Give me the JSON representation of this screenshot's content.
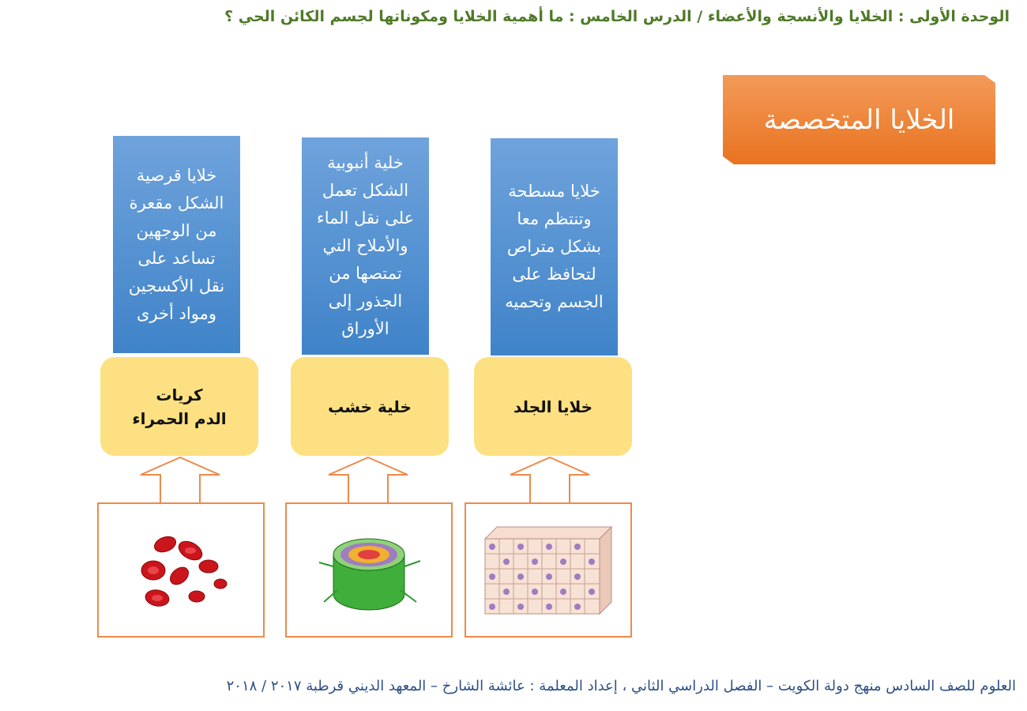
{
  "header": {
    "title": "الوحدة الأولى : الخلايا والأنسجة والأعضاء / الدرس الخامس :  ما أهمية الخلايا ومكوناتها لجسم الكائن الحي ؟"
  },
  "title_box": {
    "label": "الخلايا المتخصصة"
  },
  "cells": [
    {
      "name": "كريات\nالدم الحمراء",
      "description": "خلايا قرصية\nالشكل مقعرة\nمن الوجهين\nتساعد على\nنقل الأكسجين\nومواد أخرى",
      "image": "red-blood-cells-image"
    },
    {
      "name": "خلية خشب",
      "description": "خلية أنبوبية\nالشكل تعمل\nعلى نقل الماء\nوالأملاح التي\nتمتصها من\nالجذور إلى\nالأوراق",
      "image": "xylem-stem-image"
    },
    {
      "name": "خلايا الجلد",
      "description": "خلايا مسطحة\nوتنتظم معا\nبشكل متراص\nلتحافظ على\nالجسم وتحميه",
      "image": "skin-tissue-image"
    }
  ],
  "footer": {
    "text": "العلوم للصف السادس منهج دولة الكويت  – الفصل الدراسي الثاني ، إعداد المعلمة : عائشة الشارخ – المعهد الديني قرطبة ٢٠١٧ / ٢٠١٨"
  },
  "colors": {
    "header": "#4f7a28",
    "orange": "#e9731f",
    "blue": "#4a8ad0",
    "yellow": "#fde081",
    "footer": "#2d4f86"
  }
}
